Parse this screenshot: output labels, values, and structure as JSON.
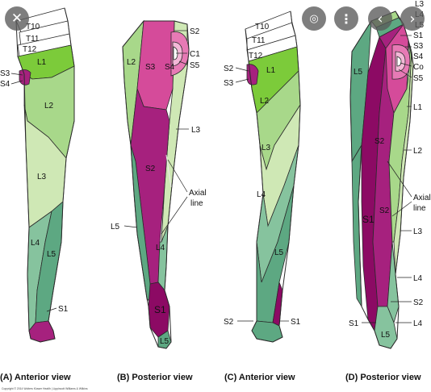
{
  "panels": {
    "a": {
      "caption": "(A) Anterior view",
      "labels": {
        "t10": "T10",
        "t11": "T11",
        "t12": "T12",
        "l1": "L1",
        "l2": "L2",
        "l3": "L3",
        "l4": "L4",
        "l5": "L5",
        "s1": "S1",
        "s3": "S3",
        "s4": "S4"
      }
    },
    "b": {
      "caption": "(B) Posterior view",
      "labels": {
        "s2_top": "S2",
        "c1": "C1",
        "s5": "S5",
        "s3": "S3",
        "s4": "S4",
        "l2": "L2",
        "l3": "L3",
        "s2_mid": "S2",
        "axial_1": "Axial",
        "axial_2": "line",
        "l5": "L5",
        "l4": "L4",
        "s1": "S1",
        "l5_foot": "L5"
      }
    },
    "c": {
      "caption": "(C) Anterior view",
      "labels": {
        "t10": "T10",
        "t11": "T11",
        "t12": "T12",
        "s2": "S2",
        "s3": "S3",
        "l1": "L1",
        "l2": "L2",
        "l3": "L3",
        "l4": "L4",
        "l5": "L5",
        "s2_foot": "S2",
        "s1_foot": "S1"
      }
    },
    "d": {
      "caption": "(D) Posterior view",
      "labels": {
        "l3_top": "L3",
        "l4_top": "L4",
        "l5_top": "L5",
        "s1_top": "S1",
        "s3": "S3",
        "s4": "S4",
        "co": "Co",
        "s5": "S5",
        "l1": "L1",
        "l2": "L2",
        "s2_a": "S2",
        "s2_b": "S2",
        "s1_mid": "S1",
        "axial_1": "Axial",
        "axial_2": "line",
        "l3": "L3",
        "l5": "L5",
        "l4": "L4",
        "s2_low": "S2",
        "s1_low": "S1",
        "l4_low": "L4",
        "l5_foot": "L5"
      }
    }
  },
  "copyright": "Copyright © 2014 Wolters Kluwer Health | Lippincott Williams & Wilkins",
  "overlay": {
    "close_icon": "✕",
    "lens_icon": "◎",
    "more_icon": "⋮",
    "prev_icon": "‹",
    "next_icon": "›"
  },
  "colors": {
    "lumbar_bright": "#7ccb3a",
    "lumbar_mid": "#a8d88a",
    "lumbar_pale": "#cfe8b5",
    "lumbar_teal": "#5da882",
    "lumbar_teal_light": "#86c39e",
    "sacral_magenta": "#a6217e",
    "sacral_pink": "#d54b9a",
    "sacral_deep": "#8c0a64"
  }
}
